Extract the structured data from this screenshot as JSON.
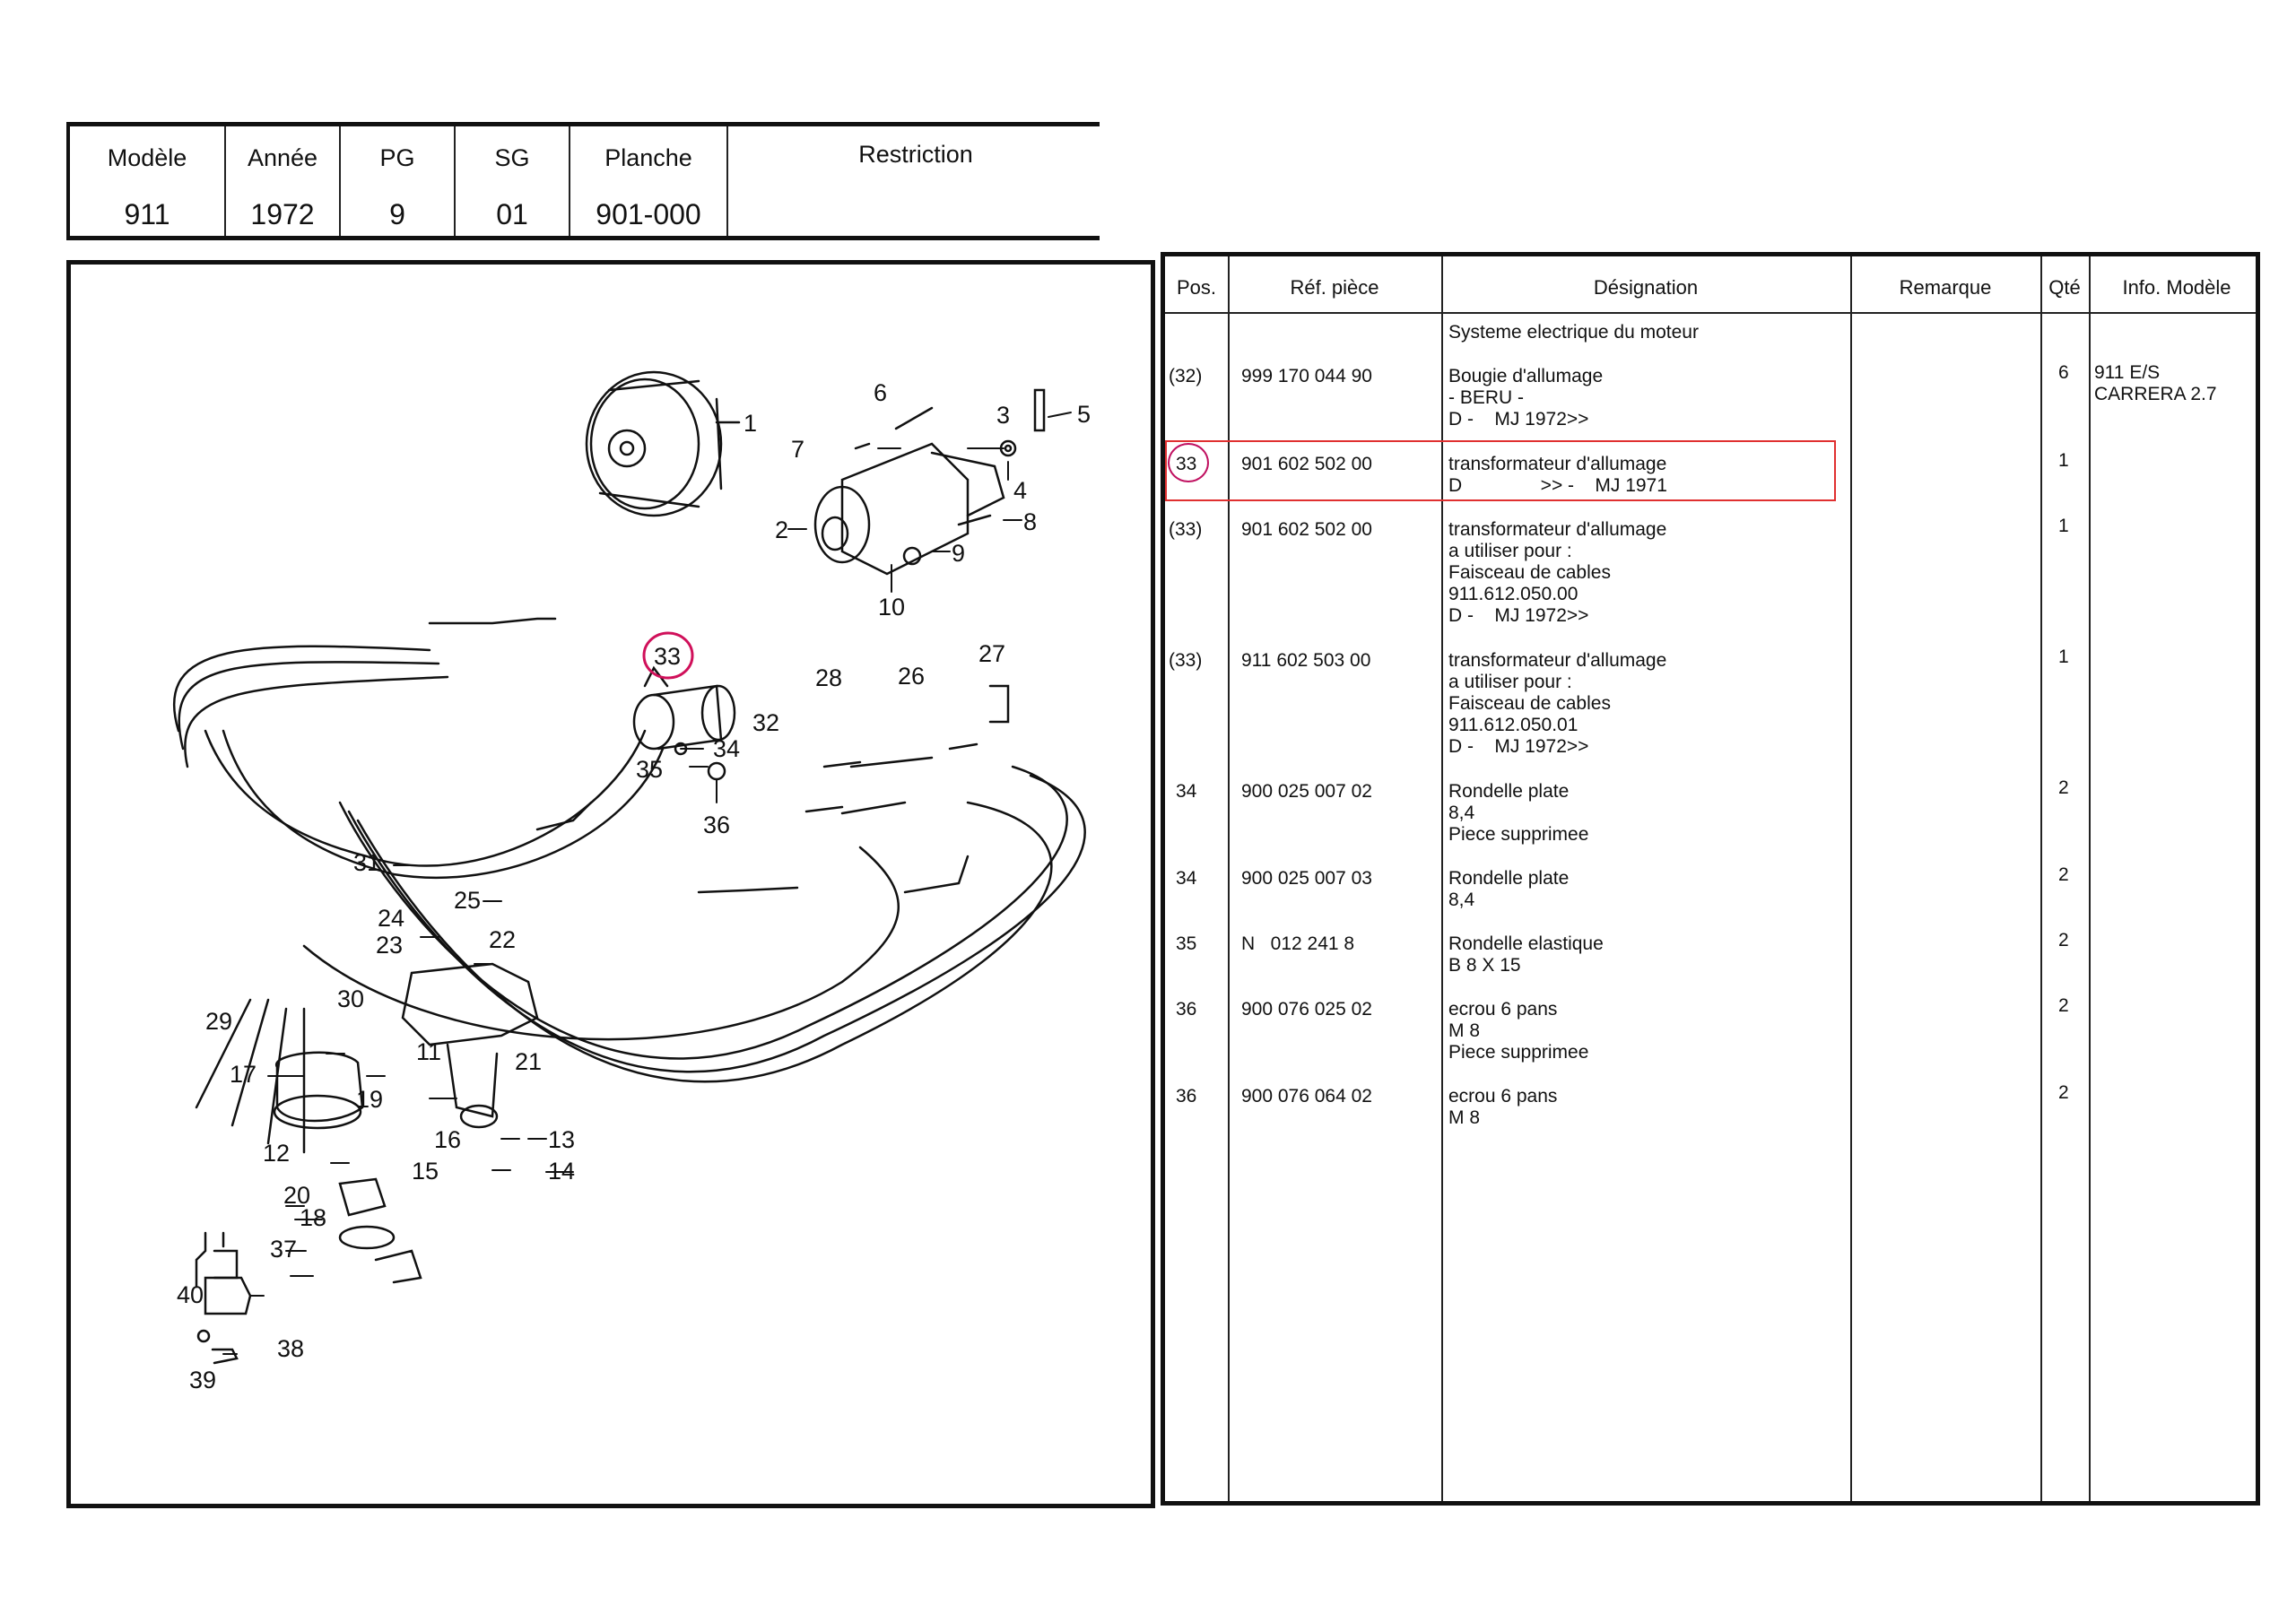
{
  "header": {
    "columns": [
      {
        "label": "Modèle",
        "value": "911"
      },
      {
        "label": "Année",
        "value": "1972"
      },
      {
        "label": "PG",
        "value": "9"
      },
      {
        "label": "SG",
        "value": "01"
      },
      {
        "label": "Planche",
        "value": "901-000"
      },
      {
        "label": "Restriction",
        "value": ""
      }
    ]
  },
  "table": {
    "headers": {
      "pos": "Pos.",
      "ref": "Réf. pièce",
      "designation": "Désignation",
      "remarque": "Remarque",
      "qty": "Qté",
      "info": "Info. Modèle"
    },
    "section_title": "Systeme electrique du moteur",
    "rows": [
      {
        "pos": "(32)",
        "ref": "999 170 044 90",
        "designation": [
          "Bougie d'allumage",
          "- BERU -",
          "D -    MJ 1972>>"
        ],
        "qty": "6",
        "info": [
          "911 E/S",
          "CARRERA 2.7"
        ]
      },
      {
        "pos": "33",
        "ref": "901 602 502 00",
        "designation": [
          "transformateur d'allumage",
          "D               >> -    MJ 1971"
        ],
        "qty": "1",
        "info": []
      },
      {
        "pos": "(33)",
        "ref": "901 602 502 00",
        "designation": [
          "transformateur d'allumage",
          "a utiliser pour :",
          "Faisceau de cables",
          "911.612.050.00",
          "D -    MJ 1972>>"
        ],
        "qty": "1",
        "info": []
      },
      {
        "pos": "(33)",
        "ref": "911 602 503 00",
        "designation": [
          "transformateur d'allumage",
          "a utiliser pour :",
          "Faisceau de cables",
          "911.612.050.01",
          "D -    MJ 1972>>"
        ],
        "qty": "1",
        "info": []
      },
      {
        "pos": "34",
        "ref": "900 025 007 02",
        "designation": [
          "Rondelle plate",
          "8,4",
          "Piece supprimee"
        ],
        "qty": "2",
        "info": []
      },
      {
        "pos": "34",
        "ref": "900 025 007 03",
        "designation": [
          "Rondelle plate",
          "8,4"
        ],
        "qty": "2",
        "info": []
      },
      {
        "pos": "35",
        "ref": "N   012 241 8",
        "designation": [
          "Rondelle elastique",
          "B 8 X 15"
        ],
        "qty": "2",
        "info": []
      },
      {
        "pos": "36",
        "ref": "900 076 025 02",
        "designation": [
          "ecrou 6 pans",
          "M 8",
          "Piece supprimee"
        ],
        "qty": "2",
        "info": []
      },
      {
        "pos": "36",
        "ref": "900 076 064 02",
        "designation": [
          "ecrou 6 pans",
          "M 8"
        ],
        "qty": "2",
        "info": []
      }
    ]
  },
  "diagram": {
    "callouts": [
      "1",
      "2",
      "3",
      "4",
      "5",
      "6",
      "7",
      "8",
      "9",
      "10",
      "11",
      "12",
      "13",
      "14",
      "15",
      "16",
      "17",
      "18",
      "19",
      "20",
      "21",
      "22",
      "23",
      "24",
      "25",
      "26",
      "27",
      "28",
      "29",
      "30",
      "31",
      "32",
      "33",
      "34",
      "35",
      "36",
      "37",
      "38",
      "39",
      "40"
    ],
    "highlighted_callout": "33",
    "highlight_color": "#d0105a"
  }
}
